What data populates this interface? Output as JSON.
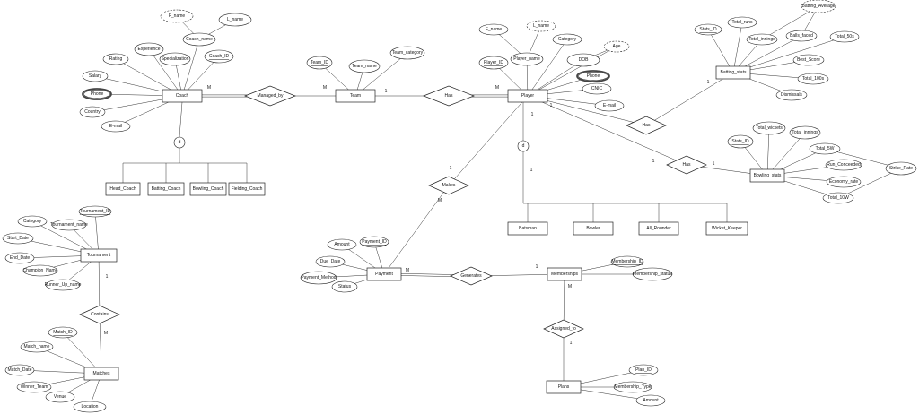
{
  "entities": [
    {
      "id": "coach",
      "label": "Coach"
    },
    {
      "id": "team",
      "label": "Team"
    },
    {
      "id": "player",
      "label": "Player"
    },
    {
      "id": "batting_stats",
      "label": "Batting_stats"
    },
    {
      "id": "bowling_stats",
      "label": "Bowling_stats"
    },
    {
      "id": "head_coach",
      "label": "Head_Coach"
    },
    {
      "id": "batting_coach",
      "label": "Batting_Coach"
    },
    {
      "id": "bowling_coach",
      "label": "Bowling_Coach"
    },
    {
      "id": "fielding_coach",
      "label": "Fielding_Coach"
    },
    {
      "id": "batsman",
      "label": "Batsman"
    },
    {
      "id": "bowler",
      "label": "Bowler"
    },
    {
      "id": "all_rounder",
      "label": "All_Rounder"
    },
    {
      "id": "wicket_keeper",
      "label": "Wicket_Keeper"
    },
    {
      "id": "tournament",
      "label": "Tournament"
    },
    {
      "id": "matches",
      "label": "Matches"
    },
    {
      "id": "payment",
      "label": "Payment"
    },
    {
      "id": "memberships",
      "label": "Memberships"
    },
    {
      "id": "plans",
      "label": "Plans"
    }
  ],
  "relationships": [
    {
      "id": "managed_by",
      "label": "Managed_by"
    },
    {
      "id": "has_team_player",
      "label": "Has"
    },
    {
      "id": "has_batting",
      "label": "Has"
    },
    {
      "id": "has_bowling",
      "label": "Has"
    },
    {
      "id": "makes",
      "label": "Makes"
    },
    {
      "id": "contains",
      "label": "Contains"
    },
    {
      "id": "generates",
      "label": "Generates"
    },
    {
      "id": "assigned_to",
      "label": "Assigned_to"
    }
  ],
  "attributes": [
    {
      "id": "coach_fname",
      "label": "F_name",
      "kind": "derived"
    },
    {
      "id": "coach_lname",
      "label": "L_name",
      "kind": "plain"
    },
    {
      "id": "coach_name",
      "label": "Coach_name",
      "kind": "plain"
    },
    {
      "id": "coach_experience",
      "label": "Experience",
      "kind": "plain"
    },
    {
      "id": "coach_rating",
      "label": "Rating",
      "kind": "plain"
    },
    {
      "id": "coach_specialization",
      "label": "Specialization",
      "kind": "plain"
    },
    {
      "id": "coach_id",
      "label": "Coach_ID",
      "kind": "key"
    },
    {
      "id": "coach_salary",
      "label": "Salary",
      "kind": "plain"
    },
    {
      "id": "coach_phone",
      "label": "Phone",
      "kind": "multi"
    },
    {
      "id": "coach_country",
      "label": "Country",
      "kind": "plain"
    },
    {
      "id": "coach_email",
      "label": "E-mail",
      "kind": "plain"
    },
    {
      "id": "team_id",
      "label": "Team_ID",
      "kind": "key"
    },
    {
      "id": "team_name",
      "label": "Team_name",
      "kind": "plain"
    },
    {
      "id": "team_category",
      "label": "Team_category",
      "kind": "plain"
    },
    {
      "id": "player_fname",
      "label": "F_name",
      "kind": "plain"
    },
    {
      "id": "player_lname",
      "label": "L_name",
      "kind": "derived"
    },
    {
      "id": "player_category",
      "label": "Category",
      "kind": "plain"
    },
    {
      "id": "player_age",
      "label": "Age",
      "kind": "derived"
    },
    {
      "id": "player_id",
      "label": "Player_ID",
      "kind": "key"
    },
    {
      "id": "player_name",
      "label": "Player_name",
      "kind": "plain"
    },
    {
      "id": "player_dob",
      "label": "DOB",
      "kind": "plain"
    },
    {
      "id": "player_phone",
      "label": "Phone",
      "kind": "multi"
    },
    {
      "id": "player_cnic",
      "label": "CNIC",
      "kind": "plain"
    },
    {
      "id": "player_email",
      "label": "E-mail",
      "kind": "plain"
    },
    {
      "id": "bat_avg",
      "label": "Batting_Average",
      "kind": "derived"
    },
    {
      "id": "bat_total_runs",
      "label": "Total_runs",
      "kind": "plain"
    },
    {
      "id": "bat_stats_id",
      "label": "Stats_ID",
      "kind": "key"
    },
    {
      "id": "bat_total_innings",
      "label": "Total_innings",
      "kind": "plain"
    },
    {
      "id": "bat_balls_faced",
      "label": "Balls_faced",
      "kind": "plain"
    },
    {
      "id": "bat_total_50s",
      "label": "Total_50s",
      "kind": "plain"
    },
    {
      "id": "bat_best_score",
      "label": "Best_Score",
      "kind": "plain"
    },
    {
      "id": "bat_total_100s",
      "label": "Total_100s",
      "kind": "plain"
    },
    {
      "id": "bat_dismissals",
      "label": "Dismissals",
      "kind": "plain"
    },
    {
      "id": "bowl_total_wickets",
      "label": "Total_wickets",
      "kind": "plain"
    },
    {
      "id": "bowl_total_innings",
      "label": "Total_innings",
      "kind": "plain"
    },
    {
      "id": "bowl_stats_id",
      "label": "Stats_ID",
      "kind": "key"
    },
    {
      "id": "bowl_total_5w",
      "label": "Total_5W",
      "kind": "plain"
    },
    {
      "id": "bowl_strike_rate",
      "label": "Strike_Rate",
      "kind": "plain"
    },
    {
      "id": "bowl_runs_conceded",
      "label": "Run_Conceeded",
      "kind": "plain"
    },
    {
      "id": "bowl_economy",
      "label": "Economy_rate",
      "kind": "plain"
    },
    {
      "id": "bowl_total_10w",
      "label": "Total_10W",
      "kind": "plain"
    },
    {
      "id": "tour_category",
      "label": "Category",
      "kind": "plain"
    },
    {
      "id": "tour_name",
      "label": "Tournament_name",
      "kind": "plain"
    },
    {
      "id": "tour_id",
      "label": "Tournament_ID",
      "kind": "key"
    },
    {
      "id": "tour_start",
      "label": "Start_Date",
      "kind": "plain"
    },
    {
      "id": "tour_end",
      "label": "End_Date",
      "kind": "plain"
    },
    {
      "id": "tour_champion",
      "label": "Champion_Name",
      "kind": "plain"
    },
    {
      "id": "tour_runner",
      "label": "Runner_Up_name",
      "kind": "plain"
    },
    {
      "id": "match_id",
      "label": "Match_ID",
      "kind": "key"
    },
    {
      "id": "match_name",
      "label": "Match_name",
      "kind": "plain"
    },
    {
      "id": "match_date",
      "label": "Match_Date",
      "kind": "plain"
    },
    {
      "id": "match_winner",
      "label": "Winner_Team",
      "kind": "plain"
    },
    {
      "id": "match_venue",
      "label": "Venue",
      "kind": "plain"
    },
    {
      "id": "match_location",
      "label": "Location",
      "kind": "plain"
    },
    {
      "id": "pay_amount",
      "label": "Amount",
      "kind": "plain"
    },
    {
      "id": "pay_id",
      "label": "Payment_ID",
      "kind": "key"
    },
    {
      "id": "pay_due",
      "label": "Due_Date",
      "kind": "plain"
    },
    {
      "id": "pay_method",
      "label": "Payment_Method",
      "kind": "plain"
    },
    {
      "id": "pay_status",
      "label": "Status",
      "kind": "plain"
    },
    {
      "id": "mem_id",
      "label": "Membership_ID",
      "kind": "key"
    },
    {
      "id": "mem_status",
      "label": "Membership_status",
      "kind": "plain"
    },
    {
      "id": "plan_id",
      "label": "Plan_ID",
      "kind": "key"
    },
    {
      "id": "plan_type",
      "label": "Membership_Type",
      "kind": "plain"
    },
    {
      "id": "plan_amount",
      "label": "Amount",
      "kind": "plain"
    }
  ],
  "specializations": [
    {
      "id": "coach_spec",
      "label": "d"
    },
    {
      "id": "player_spec",
      "label": "d"
    }
  ],
  "cardinalities": [
    {
      "id": "c_coach_managed",
      "label": "M"
    },
    {
      "id": "c_team_managed",
      "label": "M"
    },
    {
      "id": "c_team_has",
      "label": "1"
    },
    {
      "id": "c_player_has",
      "label": "M"
    },
    {
      "id": "c_player_batting",
      "label": "1"
    },
    {
      "id": "c_batting_has",
      "label": "1"
    },
    {
      "id": "c_player_bowling",
      "label": "1"
    },
    {
      "id": "c_bowling_has",
      "label": "1"
    },
    {
      "id": "c_player_spec",
      "label": "1"
    },
    {
      "id": "c_player_spec2",
      "label": "1"
    },
    {
      "id": "c_makes_player",
      "label": "1"
    },
    {
      "id": "c_makes_payment",
      "label": "M"
    },
    {
      "id": "c_tour_contains",
      "label": "1"
    },
    {
      "id": "c_contains_matches",
      "label": "M"
    },
    {
      "id": "c_payment_generates",
      "label": "M"
    },
    {
      "id": "c_generates_membership",
      "label": "1"
    },
    {
      "id": "c_membership_assigned",
      "label": "M"
    },
    {
      "id": "c_assigned_plans",
      "label": "1"
    }
  ]
}
